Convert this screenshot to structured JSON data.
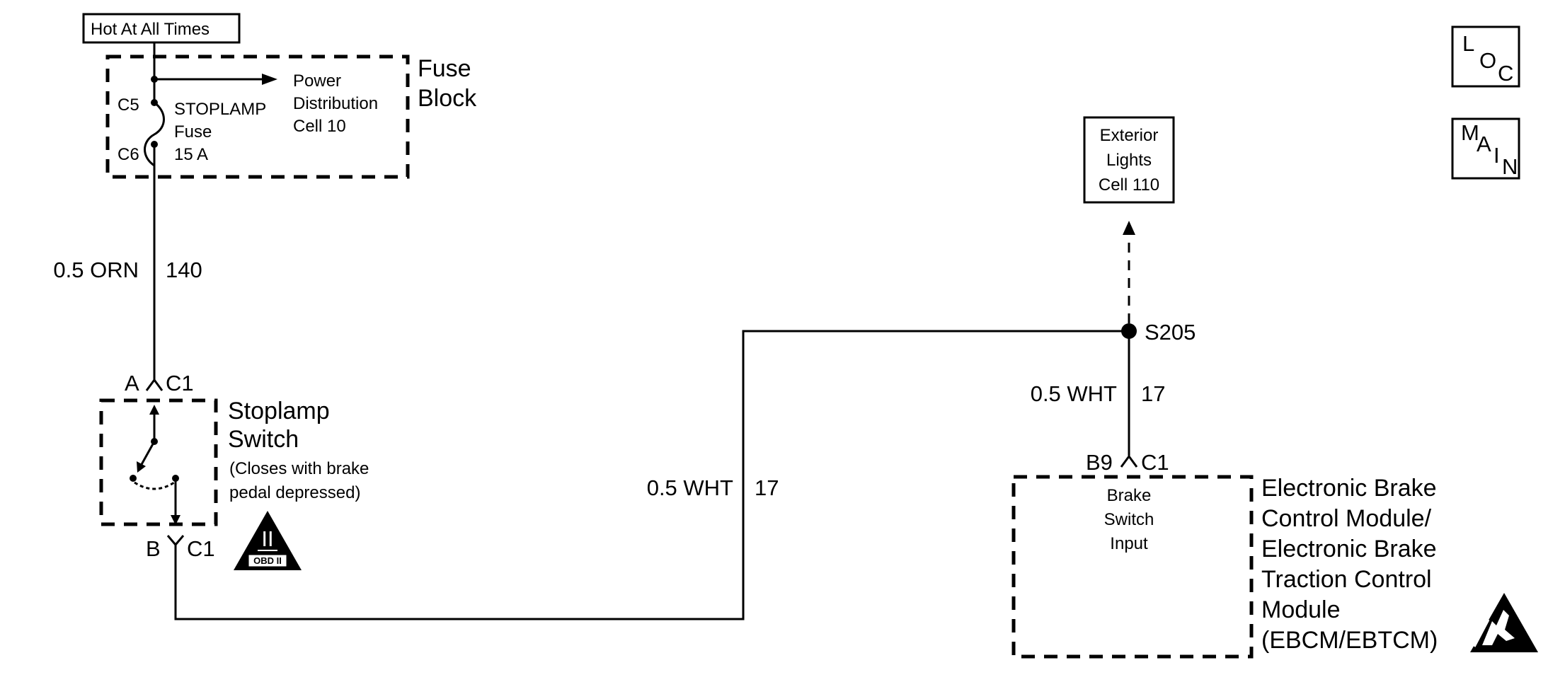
{
  "fuse_block": {
    "hot_label": "Hot At All Times",
    "title_line1": "Fuse",
    "title_line2": "Block",
    "conn_top": "C5",
    "conn_bottom": "C6",
    "fuse_name": "STOPLAMP",
    "fuse_word": "Fuse",
    "fuse_rating": "15 A",
    "power_dist_line1": "Power",
    "power_dist_line2": "Distribution",
    "power_dist_line3": "Cell 10"
  },
  "wire_orn": {
    "gauge_color": "0.5 ORN",
    "circuit": "140"
  },
  "stoplamp_switch": {
    "pin_top": "A",
    "conn_top": "C1",
    "pin_bottom": "B",
    "conn_bottom": "C1",
    "title_line1": "Stoplamp",
    "title_line2": "Switch",
    "note_line1": "(Closes with brake",
    "note_line2": "pedal depressed)",
    "obd_roman": "II",
    "obd_label": "OBD II"
  },
  "wire_wht_main": {
    "gauge_color": "0.5 WHT",
    "circuit": "17"
  },
  "splice": {
    "label": "S205"
  },
  "exterior_lights": {
    "line1": "Exterior",
    "line2": "Lights",
    "line3": "Cell 110"
  },
  "wire_wht_ebcm": {
    "gauge_color": "0.5 WHT",
    "circuit": "17"
  },
  "ebcm": {
    "pin": "B9",
    "conn": "C1",
    "input_line1": "Brake",
    "input_line2": "Switch",
    "input_line3": "Input",
    "title_line1": "Electronic Brake",
    "title_line2": "Control Module/",
    "title_line3": "Electronic Brake",
    "title_line4": "Traction Control",
    "title_line5": "Module",
    "title_line6": "(EBCM/EBTCM)"
  },
  "nav": {
    "loc_l": "L",
    "loc_o": "O",
    "loc_c": "C",
    "main_m": "M",
    "main_a": "A",
    "main_i": "I",
    "main_n": "N"
  },
  "icons": [
    "obd-ii-warning-icon",
    "esd-sensitive-icon"
  ]
}
